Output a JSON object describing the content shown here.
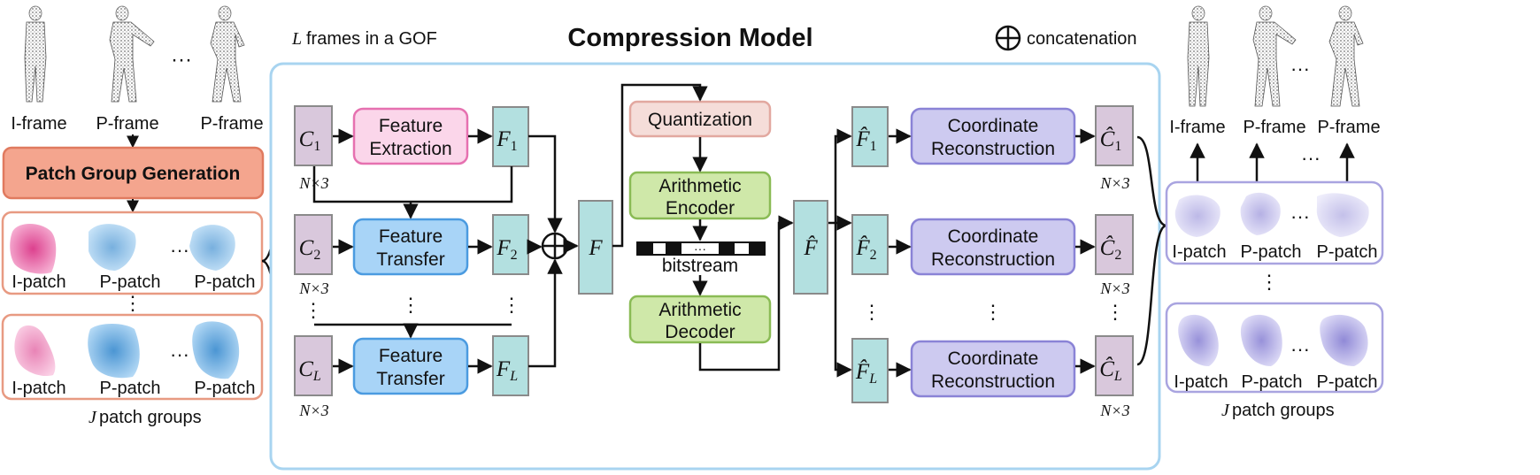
{
  "header": {
    "gof_label_var": "L",
    "gof_label_rest": " frames in a GOF",
    "title": "Compression Model",
    "concat_legend": "concatenation"
  },
  "left": {
    "frame_labels": [
      "I-frame",
      "P-frame",
      "P-frame"
    ],
    "ellipsis": "···",
    "patch_group_generation": "Patch Group Generation",
    "group1_labels": [
      "I-patch",
      "P-patch",
      "P-patch"
    ],
    "group2_labels": [
      "I-patch",
      "P-patch",
      "P-patch"
    ],
    "caption_var": "J",
    "caption_rest": " patch groups"
  },
  "model": {
    "inputs": [
      "C",
      "C",
      "C"
    ],
    "input_subs": [
      "1",
      "2",
      "L"
    ],
    "shape": "N×3",
    "feature_extraction": [
      "Feature",
      "Extraction"
    ],
    "feature_transfer": [
      "Feature",
      "Transfer"
    ],
    "features": [
      "F",
      "F",
      "F"
    ],
    "feature_subs": [
      "1",
      "2",
      "L"
    ],
    "concat_feature": "F",
    "quantization": "Quantization",
    "arith_encoder": [
      "Arithmetic",
      "Encoder"
    ],
    "bitstream_dots": "···",
    "bitstream": "bitstream",
    "arith_decoder": [
      "Arithmetic",
      "Decoder"
    ],
    "decoded_feature": "F̂",
    "split_features": [
      "F̂",
      "F̂",
      "F̂"
    ],
    "coord_recon": [
      "Coordinate",
      "Reconstruction"
    ],
    "outputs": [
      "Ĉ",
      "Ĉ",
      "Ĉ"
    ],
    "vdots": "⋮"
  },
  "right": {
    "frame_labels": [
      "I-frame",
      "P-frame",
      "P-frame"
    ],
    "ellipsis": "···",
    "group1_labels": [
      "I-patch",
      "P-patch",
      "P-patch"
    ],
    "group2_labels": [
      "I-patch",
      "P-patch",
      "P-patch"
    ],
    "caption_var": "J",
    "caption_rest": " patch groups"
  },
  "colors": {
    "accent_orange": "#f2a58e",
    "orange_border": "#e07a5f",
    "panel_border": "#a8d4f0",
    "purple_box": "#d9c8dc",
    "teal_box": "#b3e0e0",
    "pink_box": "#fbd6ea",
    "blue_box": "#a8d4f7",
    "green_box": "#cfe8a9",
    "lavender_box": "#cdcaf0",
    "quant_box": "#f5ddd9"
  }
}
